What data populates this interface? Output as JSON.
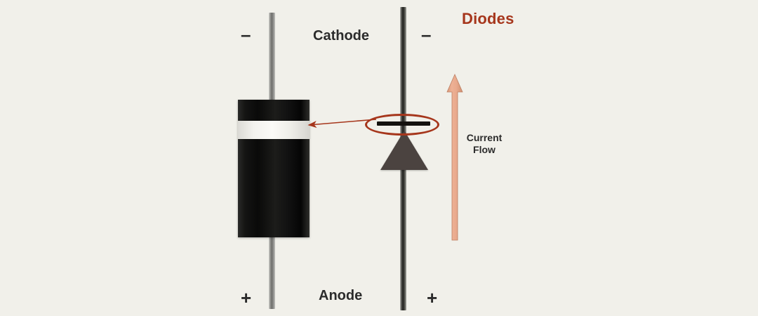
{
  "title": "Diodes",
  "colors": {
    "background": "#f1f0ea",
    "title": "#a6361c",
    "highlight": "#a6361c",
    "current_arrow": "#e0a храм88",
    "symbol_fill": "#4b4340",
    "text": "#2b2b2b"
  },
  "labels": {
    "cathode": "Cathode",
    "anode": "Anode",
    "current_flow_line1": "Current",
    "current_flow_line2": "Flow",
    "minus_left": "–",
    "minus_right": "–",
    "plus_left": "+",
    "plus_right": "+"
  },
  "icons": {
    "callout_arrow": "callout-arrow-left-icon",
    "current_arrow": "current-flow-arrow-up-icon",
    "highlight_ellipse": "highlight-ellipse-icon",
    "diode_symbol": "diode-schematic-symbol-icon",
    "diode_component": "diode-physical-component-icon"
  }
}
